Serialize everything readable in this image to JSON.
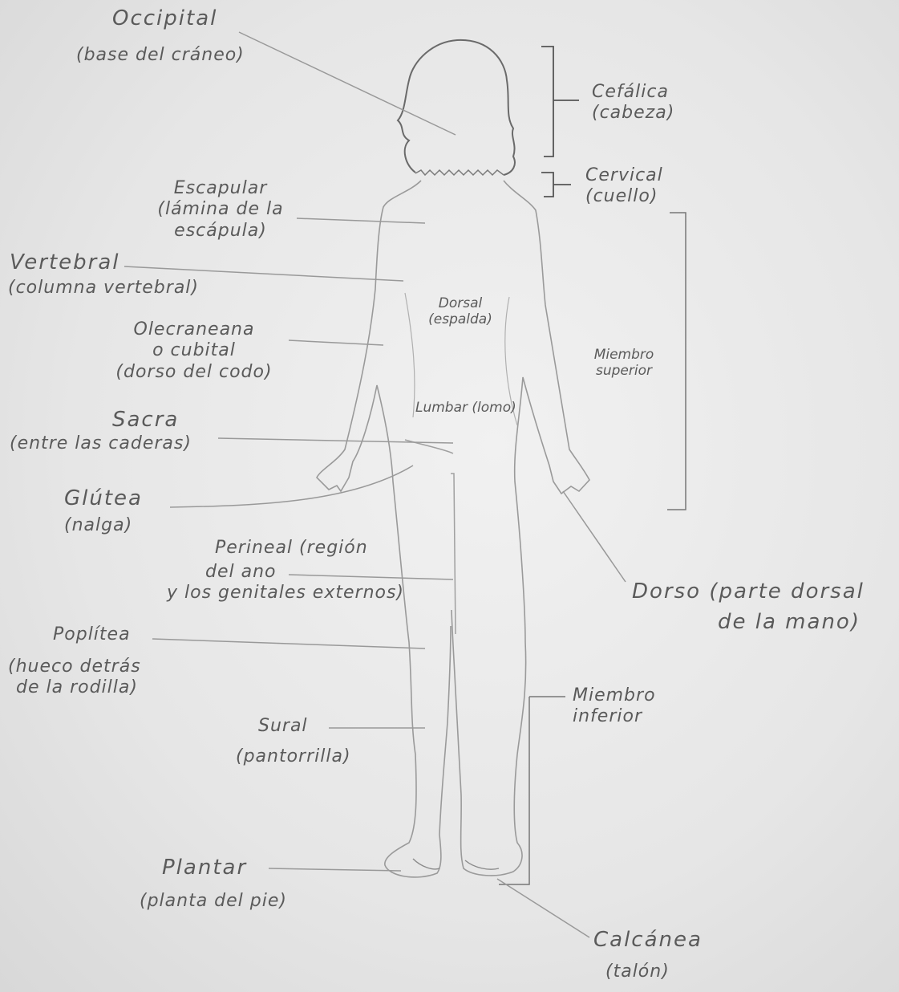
{
  "labels": {
    "occipital": {
      "name": "Occipital",
      "desc": "(base del cráneo)"
    },
    "cefalica": {
      "name": "Cefálica",
      "desc": "(cabeza)"
    },
    "cervical": {
      "name": "Cervical",
      "desc": "(cuello)"
    },
    "escapular": {
      "name": "Escapular",
      "desc_1": "(lámina de la",
      "desc_2": "escápula)"
    },
    "vertebral": {
      "name": "Vertebral",
      "desc": "(columna vertebral)"
    },
    "dorsal": {
      "name": "Dorsal",
      "desc": "(espalda)"
    },
    "olecraneana": {
      "name": "Olecraneana",
      "alt": "o cubital",
      "desc": "(dorso del codo)"
    },
    "miembro_superior": {
      "line_1": "Miembro",
      "line_2": "superior"
    },
    "lumbar": {
      "name": "Lumbar (lomo)"
    },
    "sacra": {
      "name": "Sacra",
      "desc": "(entre las caderas)"
    },
    "glutea": {
      "name": "Glútea",
      "desc": "(nalga)"
    },
    "perineal": {
      "line_1": "Perineal (región",
      "line_2": "del ano",
      "line_3": "y los genitales externos)"
    },
    "dorso_mano": {
      "line_1": "Dorso (parte dorsal",
      "line_2": "de la mano)"
    },
    "poplitea": {
      "name": "Poplítea",
      "desc_1": "(hueco detrás",
      "desc_2": "de la rodilla)"
    },
    "miembro_inferior": {
      "line_1": "Miembro",
      "line_2": "inferior"
    },
    "sural": {
      "name": "Sural",
      "desc": "(pantorrilla)"
    },
    "plantar": {
      "name": "Plantar",
      "desc": "(planta del pie)"
    },
    "calcanea": {
      "name": "Calcánea",
      "desc": "(talón)"
    }
  },
  "colors": {
    "ink": "#5a5a5a",
    "pencil": "#9a9a9a",
    "dark_pencil": "#6a6a6a",
    "paper": "#ececec"
  }
}
